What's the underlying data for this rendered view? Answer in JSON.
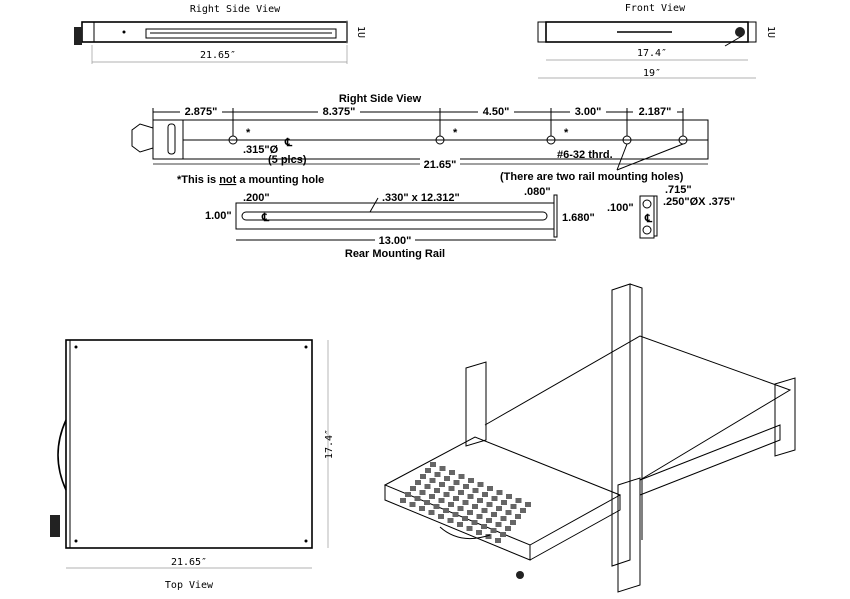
{
  "side_view_small": {
    "title": "Right Side View",
    "length": "21.65″",
    "height": "1U"
  },
  "front_view": {
    "title": "Front View",
    "inner_width": "17.4″",
    "outer_width": "19″",
    "height": "1U"
  },
  "detail_side_view": {
    "title": "Right Side View",
    "dims": [
      "2.875\"",
      "8.375\"",
      "4.50\"",
      "3.00\"",
      "2.187\""
    ],
    "total": "21.65\"",
    "hole": ".315\"Ø",
    "hole_count": "(5 plcs)",
    "thread": "#6-32 thrd.",
    "asterisk": "*",
    "note_prefix": "*This is ",
    "note_not": "not",
    "note_suffix": " a mounting hole",
    "rail_note": "(There are two rail mounting holes)",
    "centerline": "℄"
  },
  "rear_rail": {
    "title": "Rear Mounting Rail",
    "offset": ".200\"",
    "slot": ".330\" x 12.312\"",
    "thickness": ".080\"",
    "height": "1.00\"",
    "flange_height": "1.680\"",
    "length": "13.00\""
  },
  "rail_end": {
    "width": ".715\"",
    "edge": ".100\"",
    "slot": ".250\"ØX .375\""
  },
  "top_view": {
    "title": "Top View",
    "width": "21.65″",
    "depth": "17.4″"
  }
}
